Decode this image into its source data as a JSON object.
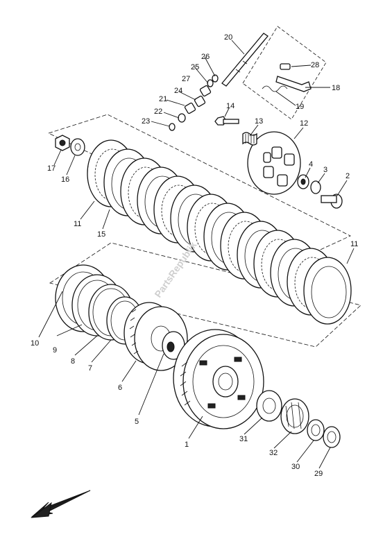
{
  "watermark": "PartsRepublik",
  "callouts": [
    {
      "id": "c1",
      "text": "1"
    },
    {
      "id": "c2",
      "text": "2"
    },
    {
      "id": "c3",
      "text": "3"
    },
    {
      "id": "c4",
      "text": "4"
    },
    {
      "id": "c5",
      "text": "5"
    },
    {
      "id": "c6",
      "text": "6"
    },
    {
      "id": "c7",
      "text": "7"
    },
    {
      "id": "c8",
      "text": "8"
    },
    {
      "id": "c9",
      "text": "9"
    },
    {
      "id": "c10",
      "text": "10"
    },
    {
      "id": "c11a",
      "text": "11"
    },
    {
      "id": "c11b",
      "text": "11"
    },
    {
      "id": "c12",
      "text": "12"
    },
    {
      "id": "c13",
      "text": "13"
    },
    {
      "id": "c14",
      "text": "14"
    },
    {
      "id": "c15",
      "text": "15"
    },
    {
      "id": "c16",
      "text": "16"
    },
    {
      "id": "c17",
      "text": "17"
    },
    {
      "id": "c18",
      "text": "18"
    },
    {
      "id": "c19",
      "text": "19"
    },
    {
      "id": "c20",
      "text": "20"
    },
    {
      "id": "c21",
      "text": "21"
    },
    {
      "id": "c22",
      "text": "22"
    },
    {
      "id": "c23",
      "text": "23"
    },
    {
      "id": "c24",
      "text": "24"
    },
    {
      "id": "c25",
      "text": "25"
    },
    {
      "id": "c26",
      "text": "26"
    },
    {
      "id": "c27",
      "text": "27"
    },
    {
      "id": "c28",
      "text": "28"
    },
    {
      "id": "c29",
      "text": "29"
    },
    {
      "id": "c30",
      "text": "30"
    },
    {
      "id": "c31",
      "text": "31"
    },
    {
      "id": "c32",
      "text": "32"
    }
  ]
}
